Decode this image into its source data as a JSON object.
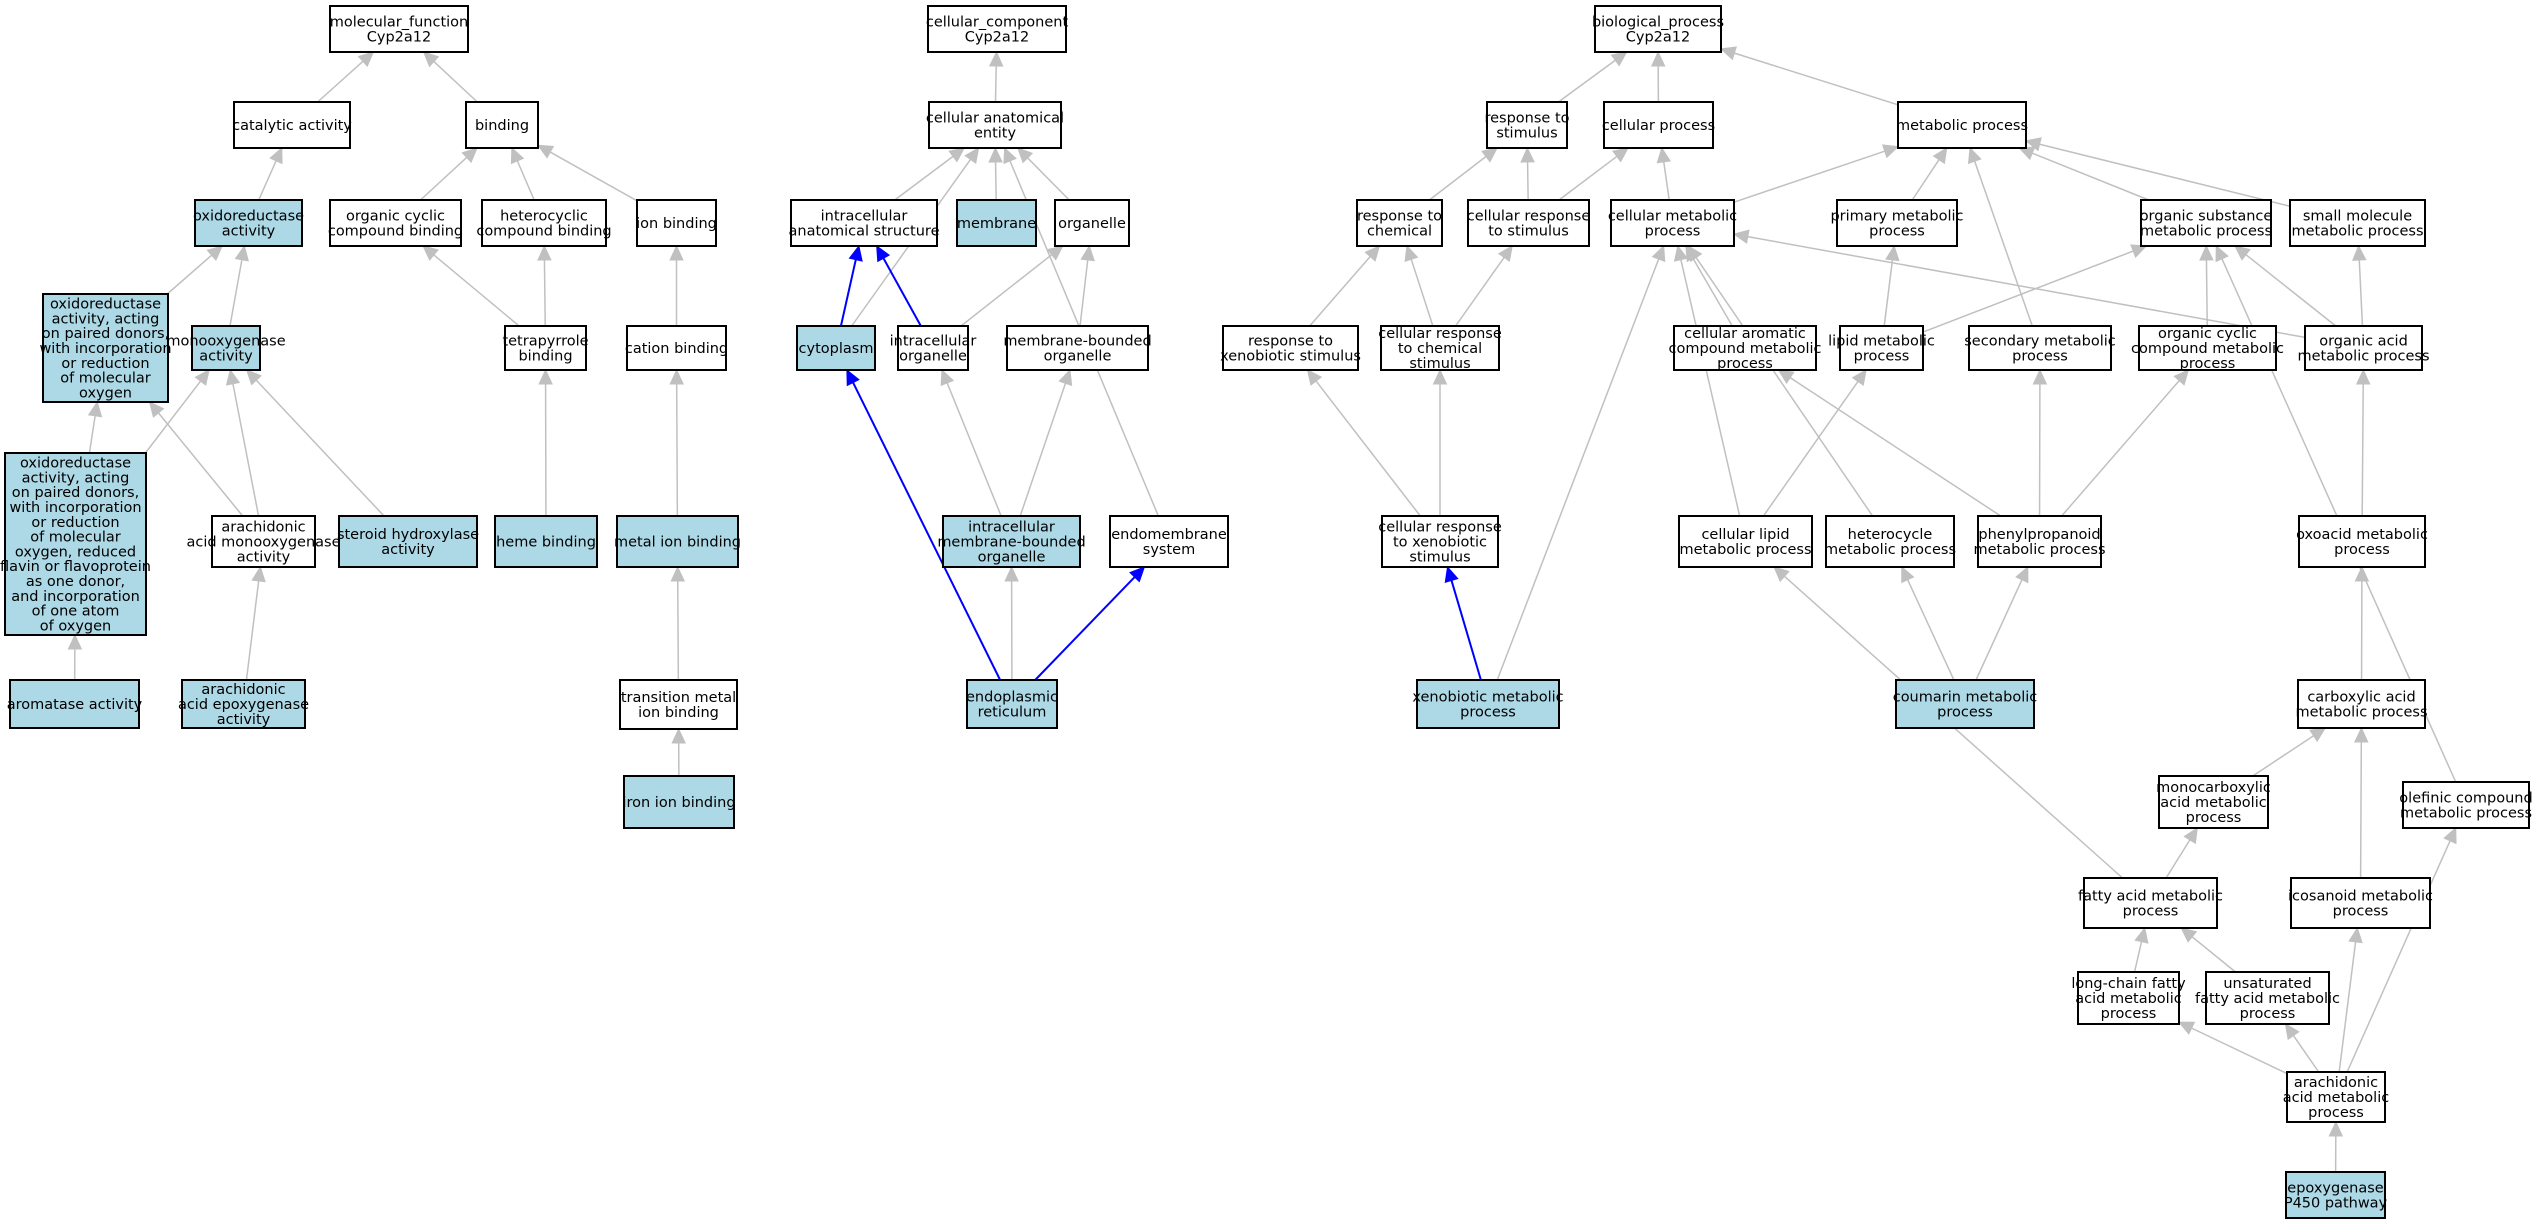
{
  "colors": {
    "highlight_fill": "#add8e6",
    "normal_fill": "#ffffff",
    "edge_gray": "#c0c0c0",
    "edge_blue": "#0000ff"
  },
  "nodes": [
    {
      "id": "mf_root",
      "label": "molecular_function\nCyp2a12",
      "highlight": false
    },
    {
      "id": "catalytic",
      "label": "catalytic activity",
      "highlight": false
    },
    {
      "id": "binding",
      "label": "binding",
      "highlight": false
    },
    {
      "id": "oxidoreductase",
      "label": "oxidoreductase\nactivity",
      "highlight": true
    },
    {
      "id": "org_cyclic_binding",
      "label": "organic cyclic\ncompound binding",
      "highlight": false
    },
    {
      "id": "heterocyclic_binding",
      "label": "heterocyclic\ncompound binding",
      "highlight": false
    },
    {
      "id": "ion_binding",
      "label": "ion binding",
      "highlight": false
    },
    {
      "id": "oxido_paired",
      "label": "oxidoreductase\nactivity, acting\non paired donors,\nwith incorporation\nor reduction\nof molecular\noxygen",
      "highlight": true
    },
    {
      "id": "monooxygenase",
      "label": "monooxygenase\nactivity",
      "highlight": true
    },
    {
      "id": "tetrapyrrole",
      "label": "tetrapyrrole\nbinding",
      "highlight": false
    },
    {
      "id": "cation_binding",
      "label": "cation binding",
      "highlight": false
    },
    {
      "id": "oxido_flavin",
      "label": "oxidoreductase\nactivity, acting\non paired donors,\nwith incorporation\nor reduction\nof molecular\noxygen, reduced\nflavin or flavoprotein\nas one donor,\nand incorporation\nof one atom\nof oxygen",
      "highlight": true
    },
    {
      "id": "arach_mono",
      "label": "arachidonic\nacid monooxygenase\nactivity",
      "highlight": false
    },
    {
      "id": "steroid_hydrox",
      "label": "steroid hydroxylase\nactivity",
      "highlight": true
    },
    {
      "id": "heme_binding",
      "label": "heme binding",
      "highlight": true
    },
    {
      "id": "metal_ion",
      "label": "metal ion binding",
      "highlight": true
    },
    {
      "id": "aromatase",
      "label": "aromatase activity",
      "highlight": true
    },
    {
      "id": "arach_epox",
      "label": "arachidonic\nacid epoxygenase\nactivity",
      "highlight": true
    },
    {
      "id": "transition_metal",
      "label": "transition metal\nion binding",
      "highlight": false
    },
    {
      "id": "iron_ion",
      "label": "iron ion binding",
      "highlight": true
    },
    {
      "id": "cc_root",
      "label": "cellular_component\nCyp2a12",
      "highlight": false
    },
    {
      "id": "cell_anat",
      "label": "cellular anatomical\nentity",
      "highlight": false
    },
    {
      "id": "intra_anat",
      "label": "intracellular\nanatomical structure",
      "highlight": false
    },
    {
      "id": "membrane",
      "label": "membrane",
      "highlight": true
    },
    {
      "id": "organelle",
      "label": "organelle",
      "highlight": false
    },
    {
      "id": "cytoplasm",
      "label": "cytoplasm",
      "highlight": true
    },
    {
      "id": "intra_org",
      "label": "intracellular\norganelle",
      "highlight": false
    },
    {
      "id": "mem_bound_org",
      "label": "membrane-bounded\norganelle",
      "highlight": false
    },
    {
      "id": "intra_mem_org",
      "label": "intracellular\nmembrane-bounded\norganelle",
      "highlight": true
    },
    {
      "id": "endomembrane",
      "label": "endomembrane\nsystem",
      "highlight": false
    },
    {
      "id": "er",
      "label": "endoplasmic\nreticulum",
      "highlight": true
    },
    {
      "id": "bp_root",
      "label": "biological_process\nCyp2a12",
      "highlight": false
    },
    {
      "id": "resp_stim",
      "label": "response to\nstimulus",
      "highlight": false
    },
    {
      "id": "cell_proc",
      "label": "cellular process",
      "highlight": false
    },
    {
      "id": "metab_proc",
      "label": "metabolic process",
      "highlight": false
    },
    {
      "id": "resp_chem",
      "label": "response to\nchemical",
      "highlight": false
    },
    {
      "id": "cell_resp_stim",
      "label": "cellular response\nto stimulus",
      "highlight": false
    },
    {
      "id": "cell_metab",
      "label": "cellular metabolic\nprocess",
      "highlight": false
    },
    {
      "id": "prim_metab",
      "label": "primary metabolic\nprocess",
      "highlight": false
    },
    {
      "id": "org_subst",
      "label": "organic substance\nmetabolic process",
      "highlight": false
    },
    {
      "id": "small_mol",
      "label": "small molecule\nmetabolic process",
      "highlight": false
    },
    {
      "id": "resp_xeno",
      "label": "response to\nxenobiotic stimulus",
      "highlight": false
    },
    {
      "id": "cell_resp_chem",
      "label": "cellular response\nto chemical\nstimulus",
      "highlight": false
    },
    {
      "id": "cell_arom",
      "label": "cellular aromatic\ncompound metabolic\nprocess",
      "highlight": false
    },
    {
      "id": "lipid_metab",
      "label": "lipid metabolic\nprocess",
      "highlight": false
    },
    {
      "id": "second_metab",
      "label": "secondary metabolic\nprocess",
      "highlight": false
    },
    {
      "id": "org_cyclic_metab",
      "label": "organic cyclic\ncompound metabolic\nprocess",
      "highlight": false
    },
    {
      "id": "org_acid",
      "label": "organic acid\nmetabolic process",
      "highlight": false
    },
    {
      "id": "cell_resp_xeno",
      "label": "cellular response\nto xenobiotic\nstimulus",
      "highlight": false
    },
    {
      "id": "cell_lipid",
      "label": "cellular lipid\nmetabolic process",
      "highlight": false
    },
    {
      "id": "heterocycle",
      "label": "heterocycle\nmetabolic process",
      "highlight": false
    },
    {
      "id": "phenylprop",
      "label": "phenylpropanoid\nmetabolic process",
      "highlight": false
    },
    {
      "id": "oxoacid",
      "label": "oxoacid metabolic\nprocess",
      "highlight": false
    },
    {
      "id": "xeno_metab",
      "label": "xenobiotic metabolic\nprocess",
      "highlight": true
    },
    {
      "id": "coumarin",
      "label": "coumarin metabolic\nprocess",
      "highlight": true
    },
    {
      "id": "carboxylic",
      "label": "carboxylic acid\nmetabolic process",
      "highlight": false
    },
    {
      "id": "monocarbox",
      "label": "monocarboxylic\nacid metabolic\nprocess",
      "highlight": false
    },
    {
      "id": "olefinic",
      "label": "olefinic compound\nmetabolic process",
      "highlight": false
    },
    {
      "id": "fatty_acid",
      "label": "fatty acid metabolic\nprocess",
      "highlight": false
    },
    {
      "id": "icosanoid",
      "label": "icosanoid metabolic\nprocess",
      "highlight": false
    },
    {
      "id": "long_chain",
      "label": "long-chain fatty\nacid metabolic\nprocess",
      "highlight": false
    },
    {
      "id": "unsaturated",
      "label": "unsaturated\nfatty acid metabolic\nprocess",
      "highlight": false
    },
    {
      "id": "arach_metab",
      "label": "arachidonic\nacid metabolic\nprocess",
      "highlight": false
    },
    {
      "id": "epoxygenase",
      "label": "epoxygenase\nP450 pathway",
      "highlight": true
    }
  ],
  "edges": [
    {
      "from": "catalytic",
      "to": "mf_root",
      "color": "gray"
    },
    {
      "from": "binding",
      "to": "mf_root",
      "color": "gray"
    },
    {
      "from": "oxidoreductase",
      "to": "catalytic",
      "color": "gray"
    },
    {
      "from": "org_cyclic_binding",
      "to": "binding",
      "color": "gray"
    },
    {
      "from": "heterocyclic_binding",
      "to": "binding",
      "color": "gray"
    },
    {
      "from": "ion_binding",
      "to": "binding",
      "color": "gray"
    },
    {
      "from": "oxido_paired",
      "to": "oxidoreductase",
      "color": "gray"
    },
    {
      "from": "monooxygenase",
      "to": "oxidoreductase",
      "color": "gray"
    },
    {
      "from": "tetrapyrrole",
      "to": "org_cyclic_binding",
      "color": "gray"
    },
    {
      "from": "tetrapyrrole",
      "to": "heterocyclic_binding",
      "color": "gray"
    },
    {
      "from": "cation_binding",
      "to": "ion_binding",
      "color": "gray"
    },
    {
      "from": "oxido_flavin",
      "to": "oxido_paired",
      "color": "gray"
    },
    {
      "from": "oxido_flavin",
      "to": "monooxygenase",
      "color": "gray"
    },
    {
      "from": "arach_mono",
      "to": "oxido_paired",
      "color": "gray"
    },
    {
      "from": "arach_mono",
      "to": "monooxygenase",
      "color": "gray"
    },
    {
      "from": "steroid_hydrox",
      "to": "monooxygenase",
      "color": "gray"
    },
    {
      "from": "heme_binding",
      "to": "tetrapyrrole",
      "color": "gray"
    },
    {
      "from": "metal_ion",
      "to": "cation_binding",
      "color": "gray"
    },
    {
      "from": "aromatase",
      "to": "oxido_flavin",
      "color": "gray"
    },
    {
      "from": "arach_epox",
      "to": "arach_mono",
      "color": "gray"
    },
    {
      "from": "transition_metal",
      "to": "metal_ion",
      "color": "gray"
    },
    {
      "from": "iron_ion",
      "to": "transition_metal",
      "color": "gray"
    },
    {
      "from": "cell_anat",
      "to": "cc_root",
      "color": "gray"
    },
    {
      "from": "intra_anat",
      "to": "cell_anat",
      "color": "gray"
    },
    {
      "from": "membrane",
      "to": "cell_anat",
      "color": "gray"
    },
    {
      "from": "organelle",
      "to": "cell_anat",
      "color": "gray"
    },
    {
      "from": "cytoplasm",
      "to": "cell_anat",
      "color": "gray"
    },
    {
      "from": "endomembrane",
      "to": "cell_anat",
      "color": "gray"
    },
    {
      "from": "cytoplasm",
      "to": "intra_anat",
      "color": "blue"
    },
    {
      "from": "intra_org",
      "to": "intra_anat",
      "color": "blue"
    },
    {
      "from": "intra_org",
      "to": "organelle",
      "color": "gray"
    },
    {
      "from": "mem_bound_org",
      "to": "organelle",
      "color": "gray"
    },
    {
      "from": "intra_mem_org",
      "to": "intra_org",
      "color": "gray"
    },
    {
      "from": "intra_mem_org",
      "to": "mem_bound_org",
      "color": "gray"
    },
    {
      "from": "er",
      "to": "cytoplasm",
      "color": "blue"
    },
    {
      "from": "er",
      "to": "intra_mem_org",
      "color": "gray"
    },
    {
      "from": "er",
      "to": "endomembrane",
      "color": "blue"
    },
    {
      "from": "resp_stim",
      "to": "bp_root",
      "color": "gray"
    },
    {
      "from": "cell_proc",
      "to": "bp_root",
      "color": "gray"
    },
    {
      "from": "metab_proc",
      "to": "bp_root",
      "color": "gray"
    },
    {
      "from": "resp_chem",
      "to": "resp_stim",
      "color": "gray"
    },
    {
      "from": "cell_resp_stim",
      "to": "resp_stim",
      "color": "gray"
    },
    {
      "from": "cell_resp_stim",
      "to": "cell_proc",
      "color": "gray"
    },
    {
      "from": "cell_metab",
      "to": "cell_proc",
      "color": "gray"
    },
    {
      "from": "cell_metab",
      "to": "metab_proc",
      "color": "gray"
    },
    {
      "from": "prim_metab",
      "to": "metab_proc",
      "color": "gray"
    },
    {
      "from": "org_subst",
      "to": "metab_proc",
      "color": "gray"
    },
    {
      "from": "small_mol",
      "to": "metab_proc",
      "color": "gray"
    },
    {
      "from": "second_metab",
      "to": "metab_proc",
      "color": "gray"
    },
    {
      "from": "resp_xeno",
      "to": "resp_chem",
      "color": "gray"
    },
    {
      "from": "cell_resp_chem",
      "to": "resp_chem",
      "color": "gray"
    },
    {
      "from": "cell_resp_chem",
      "to": "cell_resp_stim",
      "color": "gray"
    },
    {
      "from": "cell_arom",
      "to": "cell_metab",
      "color": "gray"
    },
    {
      "from": "lipid_metab",
      "to": "prim_metab",
      "color": "gray"
    },
    {
      "from": "lipid_metab",
      "to": "org_subst",
      "color": "gray"
    },
    {
      "from": "org_cyclic_metab",
      "to": "org_subst",
      "color": "gray"
    },
    {
      "from": "org_acid",
      "to": "small_mol",
      "color": "gray"
    },
    {
      "from": "org_acid",
      "to": "org_subst",
      "color": "gray"
    },
    {
      "from": "org_acid",
      "to": "cell_metab",
      "color": "gray"
    },
    {
      "from": "cell_resp_xeno",
      "to": "resp_xeno",
      "color": "gray"
    },
    {
      "from": "cell_resp_xeno",
      "to": "cell_resp_chem",
      "color": "gray"
    },
    {
      "from": "cell_lipid",
      "to": "lipid_metab",
      "color": "gray"
    },
    {
      "from": "cell_lipid",
      "to": "cell_metab",
      "color": "gray"
    },
    {
      "from": "heterocycle",
      "to": "cell_metab",
      "color": "gray"
    },
    {
      "from": "phenylprop",
      "to": "second_metab",
      "color": "gray"
    },
    {
      "from": "phenylprop",
      "to": "cell_arom",
      "color": "gray"
    },
    {
      "from": "phenylprop",
      "to": "org_cyclic_metab",
      "color": "gray"
    },
    {
      "from": "oxoacid",
      "to": "org_acid",
      "color": "gray"
    },
    {
      "from": "xeno_metab",
      "to": "cell_resp_xeno",
      "color": "blue"
    },
    {
      "from": "xeno_metab",
      "to": "cell_metab",
      "color": "gray"
    },
    {
      "from": "coumarin",
      "to": "heterocycle",
      "color": "gray"
    },
    {
      "from": "coumarin",
      "to": "phenylprop",
      "color": "gray"
    },
    {
      "from": "carboxylic",
      "to": "oxoacid",
      "color": "gray"
    },
    {
      "from": "monocarbox",
      "to": "carboxylic",
      "color": "gray"
    },
    {
      "from": "olefinic",
      "to": "org_subst",
      "color": "gray"
    },
    {
      "from": "fatty_acid",
      "to": "monocarbox",
      "color": "gray"
    },
    {
      "from": "fatty_acid",
      "to": "cell_lipid",
      "color": "gray"
    },
    {
      "from": "icosanoid",
      "to": "carboxylic",
      "color": "gray"
    },
    {
      "from": "long_chain",
      "to": "fatty_acid",
      "color": "gray"
    },
    {
      "from": "unsaturated",
      "to": "fatty_acid",
      "color": "gray"
    },
    {
      "from": "arach_metab",
      "to": "long_chain",
      "color": "gray"
    },
    {
      "from": "arach_metab",
      "to": "unsaturated",
      "color": "gray"
    },
    {
      "from": "arach_metab",
      "to": "icosanoid",
      "color": "gray"
    },
    {
      "from": "arach_metab",
      "to": "olefinic",
      "color": "gray"
    },
    {
      "from": "epoxygenase",
      "to": "arach_metab",
      "color": "gray"
    }
  ]
}
